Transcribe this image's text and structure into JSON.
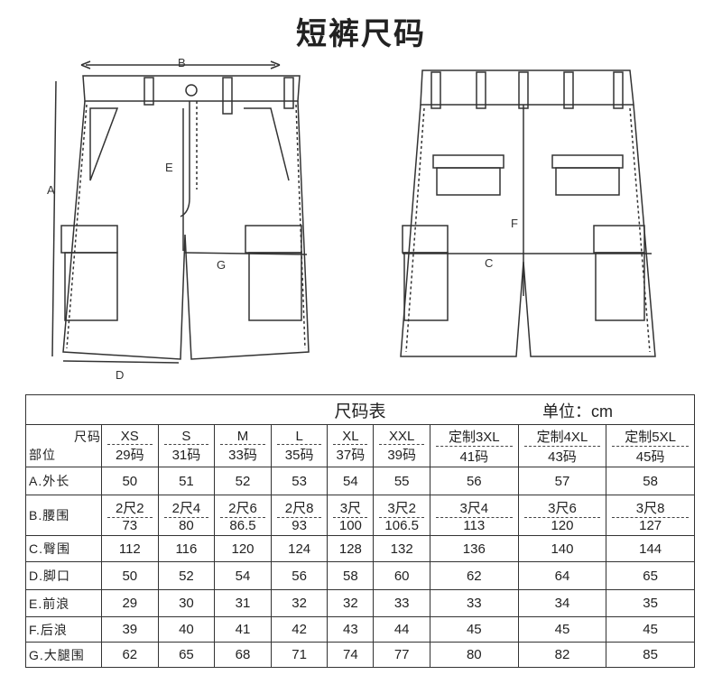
{
  "title": "短裤尺码",
  "diagram_labels": {
    "a": "A",
    "b": "B",
    "c": "C",
    "d": "D",
    "e": "E",
    "f": "F",
    "g": "G"
  },
  "table": {
    "title": "尺码表",
    "unit": "单位：cm",
    "corner_top": "尺码",
    "corner_bottom": "部位",
    "sizes": [
      {
        "name": "XS",
        "code": "29码"
      },
      {
        "name": "S",
        "code": "31码"
      },
      {
        "name": "M",
        "code": "33码"
      },
      {
        "name": "L",
        "code": "35码"
      },
      {
        "name": "XL",
        "code": "37码"
      },
      {
        "name": "XXL",
        "code": "39码"
      },
      {
        "name": "定制3XL",
        "code": "41码"
      },
      {
        "name": "定制4XL",
        "code": "43码"
      },
      {
        "name": "定制5XL",
        "code": "45码"
      }
    ],
    "rows": [
      {
        "label": "A.外长",
        "values": [
          "50",
          "51",
          "52",
          "53",
          "54",
          "55",
          "56",
          "57",
          "58"
        ]
      },
      {
        "label": "B.腰围",
        "values": [
          "2尺2",
          "2尺4",
          "2尺6",
          "2尺8",
          "3尺",
          "3尺2",
          "3尺4",
          "3尺6",
          "3尺8"
        ],
        "values2": [
          "73",
          "80",
          "86.5",
          "93",
          "100",
          "106.5",
          "113",
          "120",
          "127"
        ]
      },
      {
        "label": "C.臀围",
        "values": [
          "112",
          "116",
          "120",
          "124",
          "128",
          "132",
          "136",
          "140",
          "144"
        ]
      },
      {
        "label": "D.脚口",
        "values": [
          "50",
          "52",
          "54",
          "56",
          "58",
          "60",
          "62",
          "64",
          "65"
        ]
      },
      {
        "label": "E.前浪",
        "values": [
          "29",
          "30",
          "31",
          "32",
          "32",
          "33",
          "33",
          "34",
          "35"
        ]
      },
      {
        "label": "F.后浪",
        "values": [
          "39",
          "40",
          "41",
          "42",
          "43",
          "44",
          "45",
          "45",
          "45"
        ]
      },
      {
        "label": "G.大腿围",
        "values": [
          "62",
          "65",
          "68",
          "71",
          "74",
          "77",
          "80",
          "82",
          "85"
        ]
      }
    ]
  }
}
